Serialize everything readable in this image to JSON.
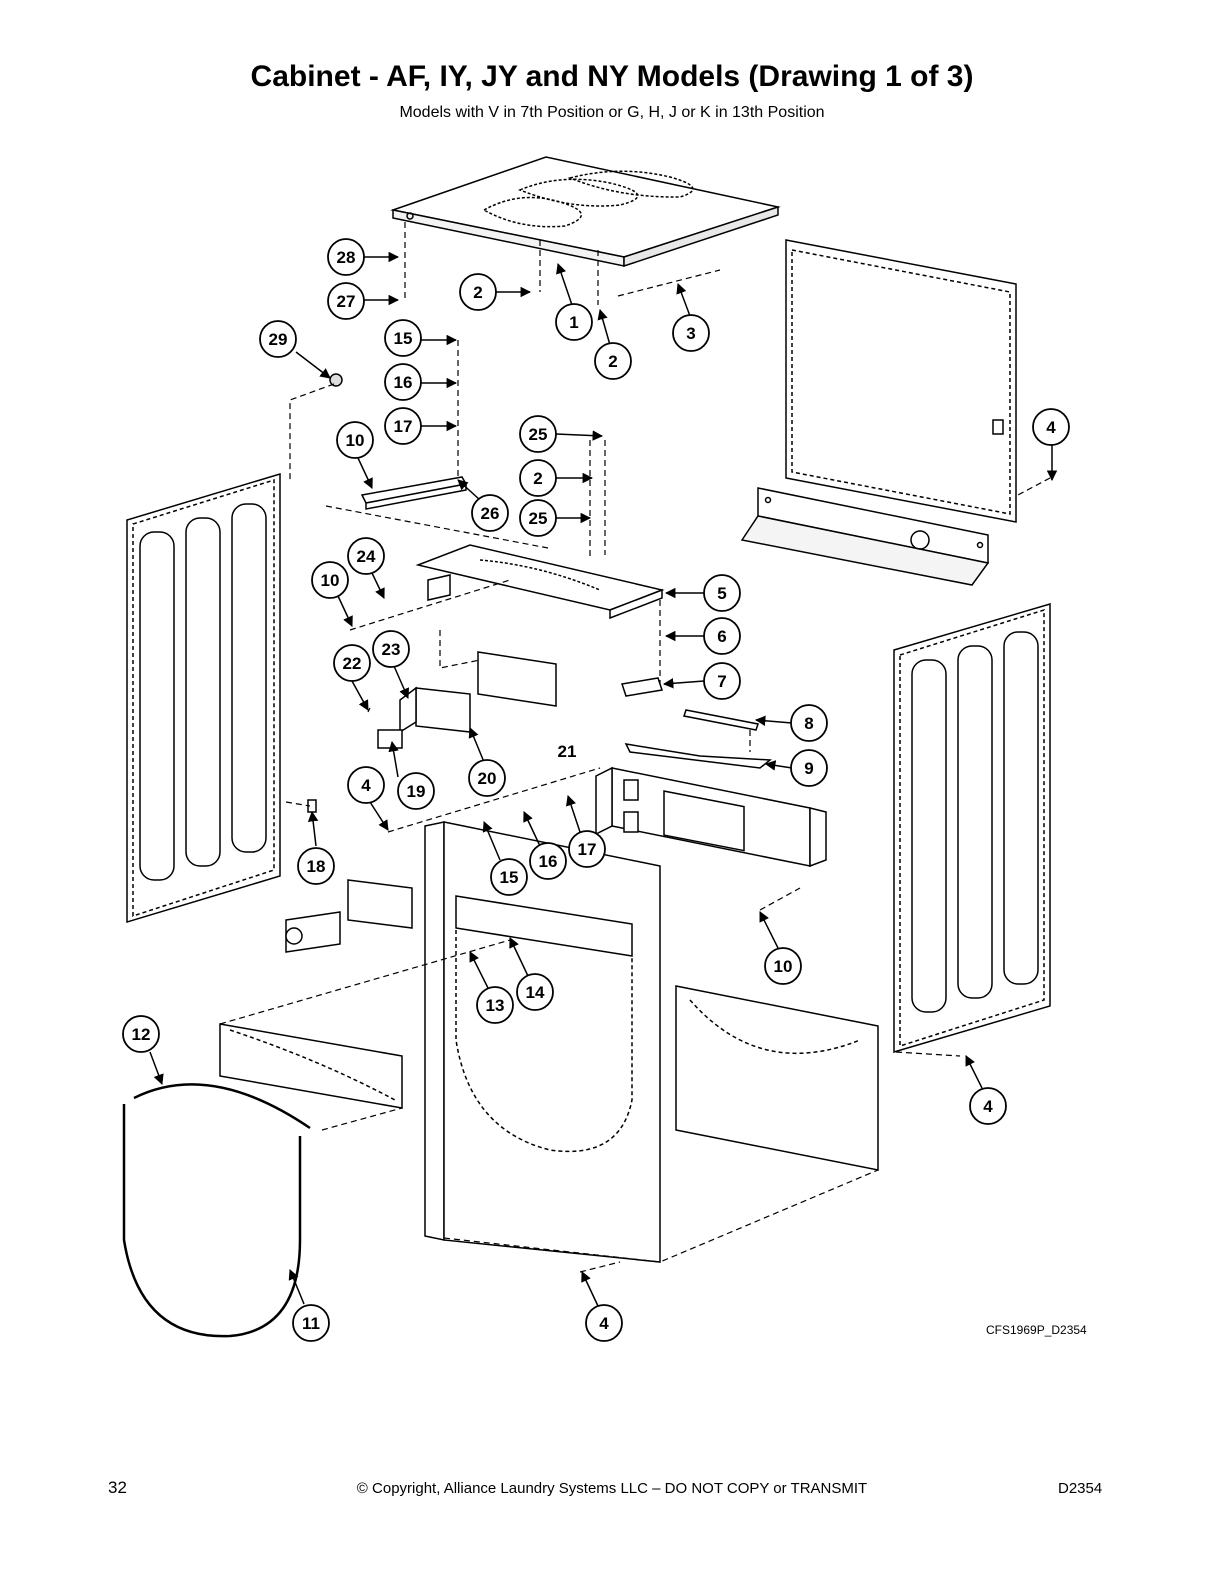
{
  "header": {
    "title": "Cabinet - AF, IY, JY and NY Models (Drawing 1 of 3)",
    "subtitle": "Models with V in 7th Position or G, H, J or K in 13th Position"
  },
  "diagram": {
    "drawing_code": "CFS1969P_D2354",
    "callouts": [
      "1",
      "2",
      "2",
      "2",
      "3",
      "4",
      "4",
      "4",
      "4",
      "5",
      "6",
      "7",
      "8",
      "9",
      "10",
      "10",
      "10",
      "11",
      "12",
      "13",
      "14",
      "15",
      "15",
      "16",
      "16",
      "17",
      "17",
      "18",
      "19",
      "20",
      "22",
      "23",
      "24",
      "25",
      "25",
      "26",
      "27",
      "28",
      "29"
    ],
    "unlabeled_reference": "21"
  },
  "footer": {
    "page_number": "32",
    "copyright": "© Copyright, Alliance Laundry Systems LLC – DO NOT COPY or TRANSMIT",
    "doc_code": "D2354"
  }
}
